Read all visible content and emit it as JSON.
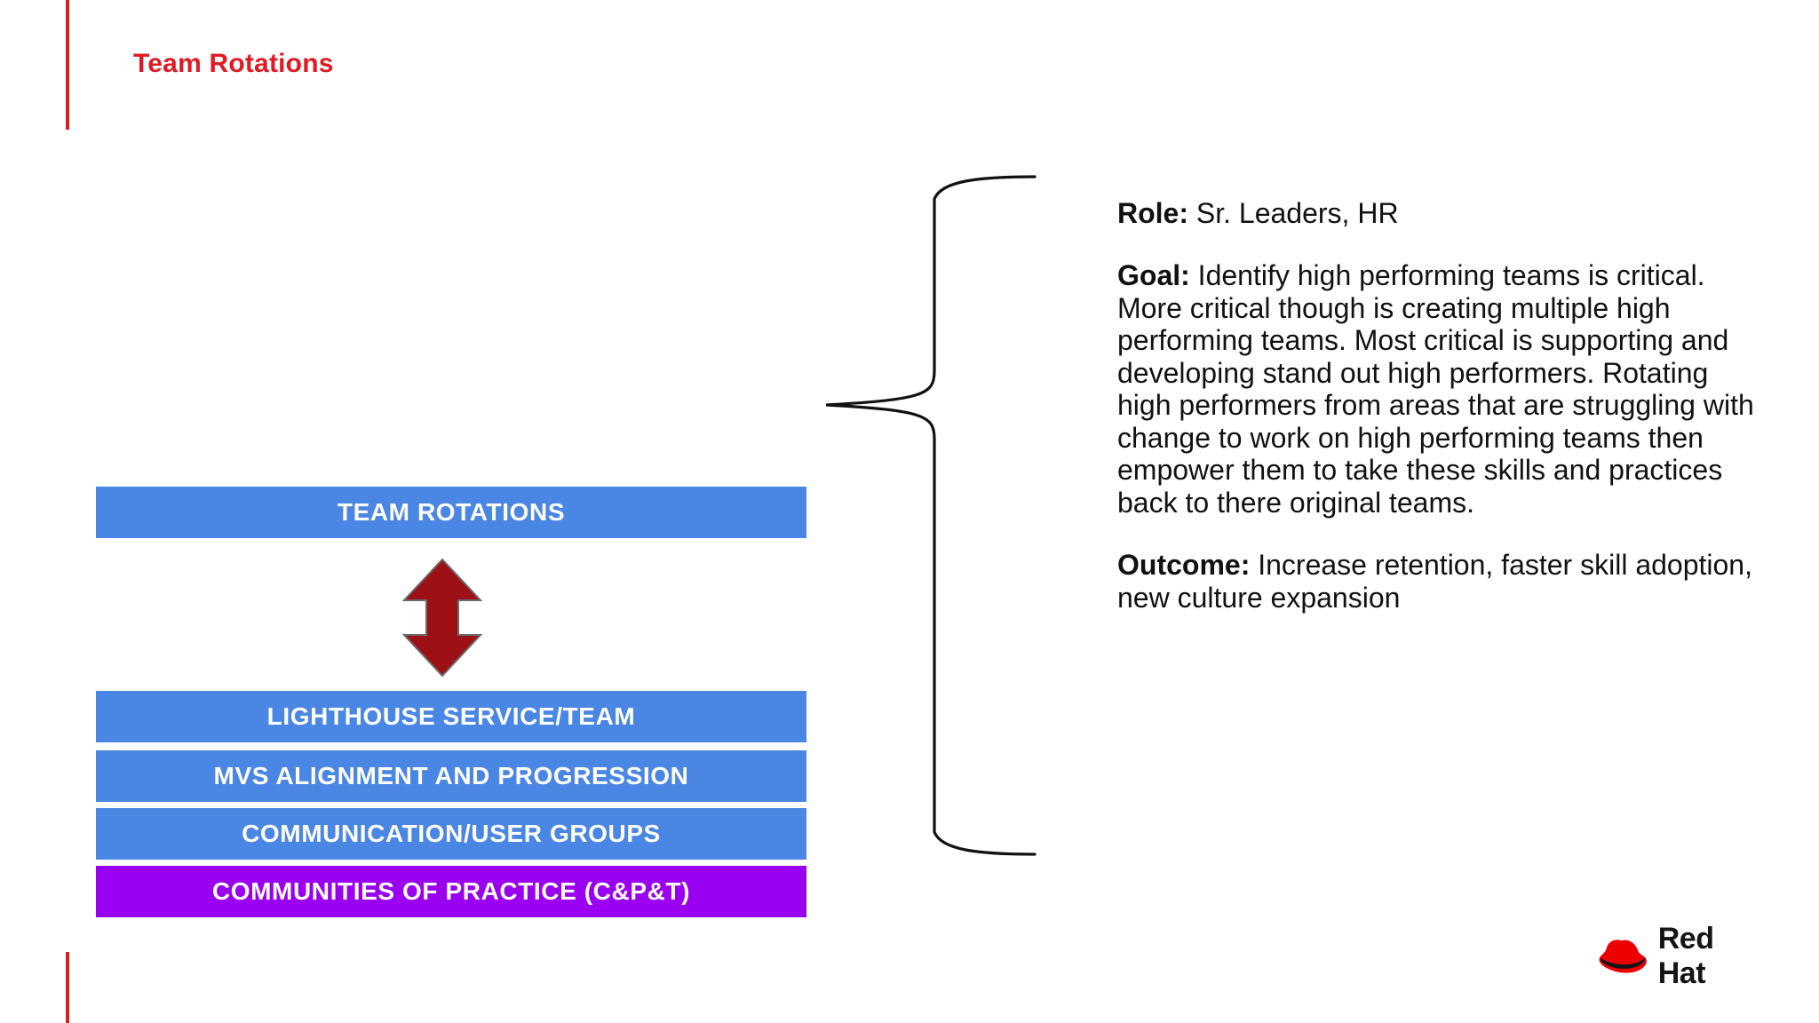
{
  "slide": {
    "title": "Team Rotations",
    "accent_color": "#e01a22",
    "background": "#ffffff"
  },
  "diagram": {
    "name": "team-rotations-stack",
    "bar_blue": "#4a86e3",
    "bar_purple": "#9a00ef",
    "arrow_color": "#9c1016",
    "bars": [
      {
        "label": "TEAM ROTATIONS",
        "color": "blue"
      },
      {
        "label": "LIGHTHOUSE SERVICE/TEAM",
        "color": "blue"
      },
      {
        "label": "MVS ALIGNMENT AND PROGRESSION",
        "color": "blue"
      },
      {
        "label": "COMMUNICATION/USER GROUPS",
        "color": "blue"
      },
      {
        "label": "COMMUNITIES OF PRACTICE (C&P&T)",
        "color": "purple"
      }
    ],
    "connector": "curly-brace"
  },
  "description": {
    "role_label": "Role:",
    "role_text": " Sr. Leaders, HR",
    "goal_label": "Goal:",
    "goal_text": "  Identify high performing teams is critical.  More critical though is creating multiple high performing teams. Most critical is supporting and developing stand out high performers.  Rotating high performers from areas that are struggling with change to work on high performing teams then empower them to take these skills and practices back to there original teams.",
    "outcome_label": "Outcome:",
    "outcome_text": " Increase retention, faster skill adoption, new culture expansion"
  },
  "branding": {
    "wordmark": "Red Hat",
    "hat_color": "#ee0000",
    "band_color": "#151515"
  }
}
